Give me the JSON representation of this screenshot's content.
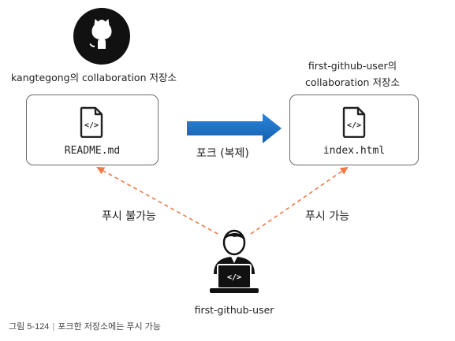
{
  "owner_repo": {
    "title": "kangtegong의 collaboration 저장소",
    "file": "README.md",
    "file_icon": "code-file-icon"
  },
  "forked_repo": {
    "title_line1": "first-github-user의",
    "title_line2": "collaboration 저장소",
    "file": "index.html",
    "file_icon": "code-file-icon"
  },
  "fork_arrow": {
    "label": "포크 (복제)",
    "color": "#1a6fc4"
  },
  "push_left": {
    "label": "푸시 불가능",
    "color": "#f07a4a"
  },
  "push_right": {
    "label": "푸시 가능",
    "color": "#f07a4a"
  },
  "user": {
    "name": "first-github-user",
    "icon": "developer-laptop-icon"
  },
  "github_logo": "github-octocat-logo",
  "figure_caption": {
    "number": "그림 5-124",
    "text": "포크한 저장소에는 푸시 가능"
  }
}
